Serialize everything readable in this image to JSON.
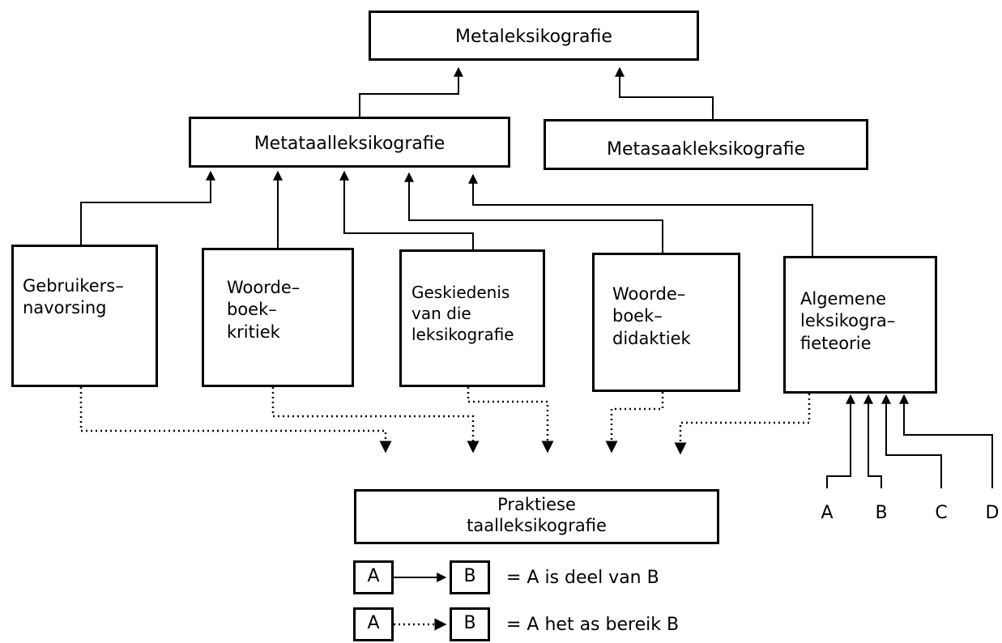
{
  "top": {
    "label": "Metaleksikografie"
  },
  "mid": {
    "left": "Metataalleksikografie",
    "right": "Metasaakleksikografie"
  },
  "subfields": [
    {
      "key": "gebruikers",
      "label": "Gebruikers–\nnavorsing"
    },
    {
      "key": "kritiek",
      "label": "Woorde–\nboek–\nkritiek"
    },
    {
      "key": "geskiedenis",
      "label": "Geskiedenis\nvan die\nleksikografie"
    },
    {
      "key": "didaktiek",
      "label": "Woorde–\nboek–\ndidaktiek"
    },
    {
      "key": "teorie",
      "label": "Algemene\nleksikogra–\nfieteorie"
    }
  ],
  "bottom": {
    "label": "Praktiese\ntaalleksikografie"
  },
  "inputs": [
    "A",
    "B",
    "C",
    "D"
  ],
  "legend": [
    {
      "from": "A",
      "to": "B",
      "text": "= A is deel van B"
    },
    {
      "from": "A",
      "to": "B",
      "text": "= A het as bereik B"
    }
  ]
}
